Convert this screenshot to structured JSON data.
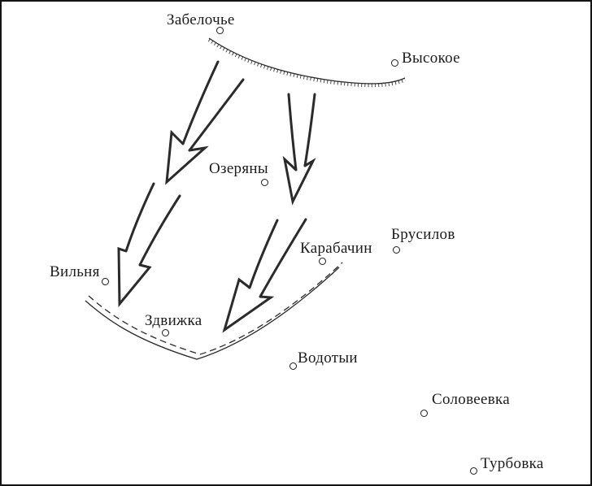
{
  "palette": {
    "background": "#ffffff",
    "ink": "#1c1c1c",
    "arrow": "#2b2b2b"
  },
  "map": {
    "towns": [
      {
        "name": "Забелочье"
      },
      {
        "name": "Высокое"
      },
      {
        "name": "Озеряны"
      },
      {
        "name": "Карабачин"
      },
      {
        "name": "Брусилов"
      },
      {
        "name": "Вильня"
      },
      {
        "name": "Здвижка"
      },
      {
        "name": "Водотыи"
      },
      {
        "name": "Соловеевка"
      },
      {
        "name": "Турбовка"
      }
    ],
    "marker_glyph": "○",
    "features": {
      "attack_arrows_count": 4,
      "front_line": "hatched line (top)",
      "boundary_line": "solid + dashed curve (bottom)"
    }
  }
}
